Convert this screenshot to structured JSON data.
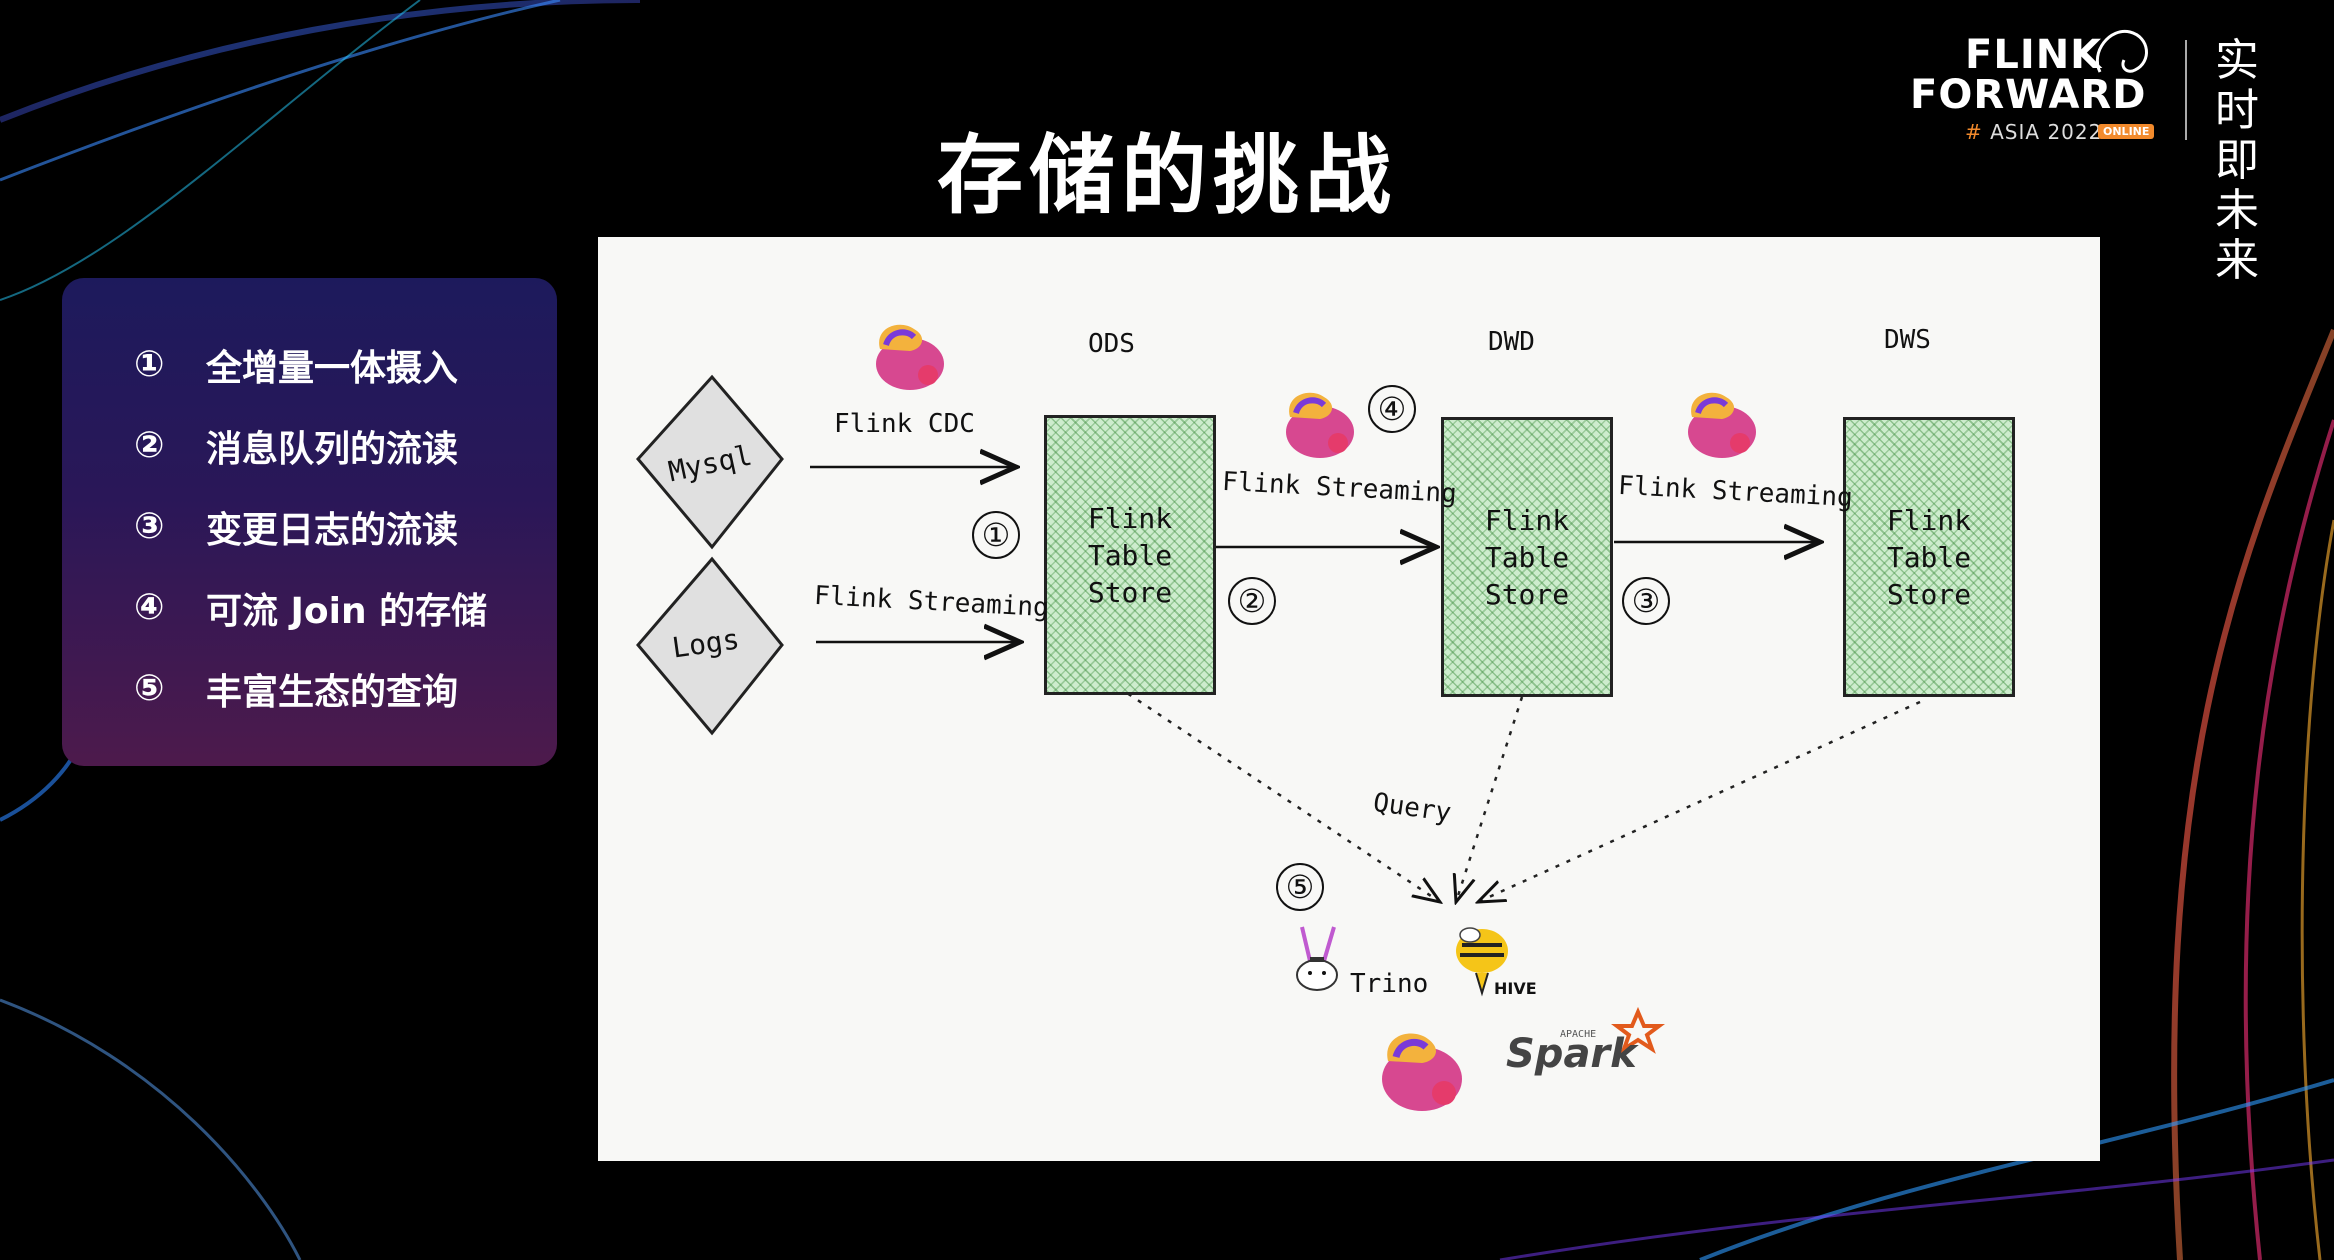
{
  "logo": {
    "line1": "FLINK",
    "line2": "FORWARD",
    "event_hash": "#",
    "event": "ASIA 2022",
    "badge": "ONLINE",
    "slogan": "实时即未来"
  },
  "title": "存储的挑战",
  "panel": {
    "items": [
      {
        "num": "①",
        "label": "全增量一体摄入"
      },
      {
        "num": "②",
        "label": "消息队列的流读"
      },
      {
        "num": "③",
        "label": "变更日志的流读"
      },
      {
        "num": "④",
        "label": "可流 Join 的存储"
      },
      {
        "num": "⑤",
        "label": "丰富生态的查询"
      }
    ]
  },
  "diagram": {
    "sources": [
      {
        "label": "Mysql"
      },
      {
        "label": "Logs"
      }
    ],
    "layers": [
      {
        "header": "ODS",
        "store": [
          "Flink",
          "Table",
          "Store"
        ]
      },
      {
        "header": "DWD",
        "store": [
          "Flink",
          "Table",
          "Store"
        ]
      },
      {
        "header": "DWS",
        "store": [
          "Flink",
          "Table",
          "Store"
        ]
      }
    ],
    "edges": {
      "cdc": "Flink CDC",
      "streaming_logs": "Flink Streaming",
      "ods_dwd": "Flink Streaming",
      "dwd_dws": "Flink Streaming",
      "query": "Query"
    },
    "markers": {
      "m1": "①",
      "m2": "②",
      "m3": "③",
      "m4": "④",
      "m5": "⑤"
    },
    "engines": {
      "trino": "Trino",
      "hive": "HIVE",
      "spark_top": "APACHE",
      "spark": "Spark"
    }
  },
  "colors": {
    "store_fill": "#cdeccd",
    "panel_top": "#1d1a5c",
    "panel_bottom": "#4d1a4c",
    "accent_orange": "#f28a2c"
  }
}
